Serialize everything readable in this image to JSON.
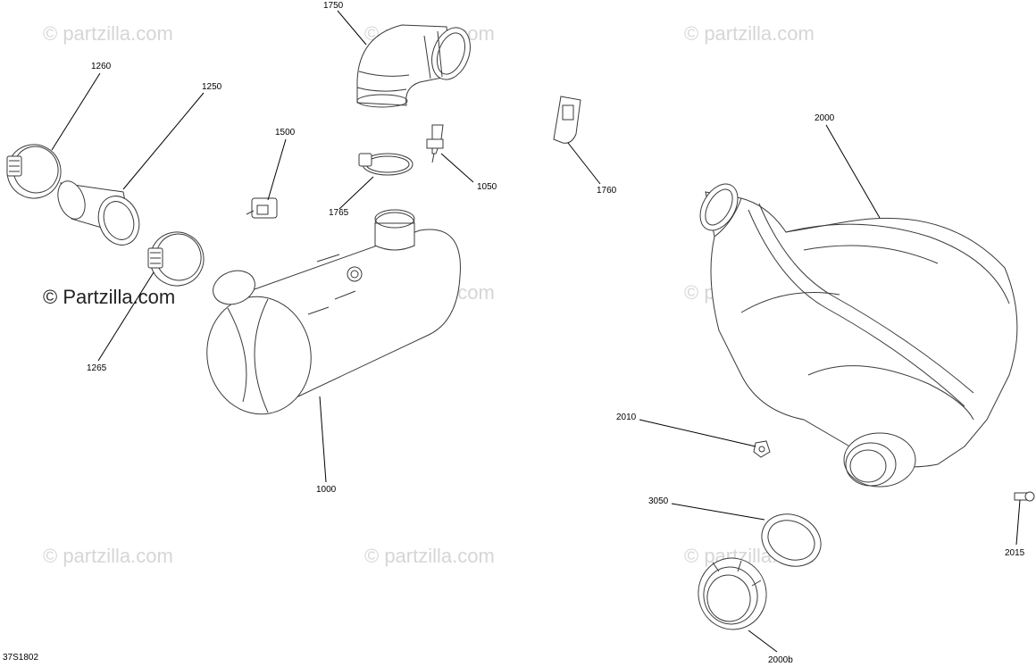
{
  "watermark": "© Partzilla.com",
  "watermark_faint": "© partzilla.com",
  "diagram_code": "37S1802",
  "labels": {
    "p1750": "1750",
    "p1260": "1260",
    "p1250": "1250",
    "p1500": "1500",
    "p1765": "1765",
    "p1050": "1050",
    "p1760": "1760",
    "p2000": "2000",
    "p1265": "1265",
    "p1000": "1000",
    "p2010": "2010",
    "p3050": "3050",
    "p2015": "2015",
    "p2000b": "2000b"
  }
}
